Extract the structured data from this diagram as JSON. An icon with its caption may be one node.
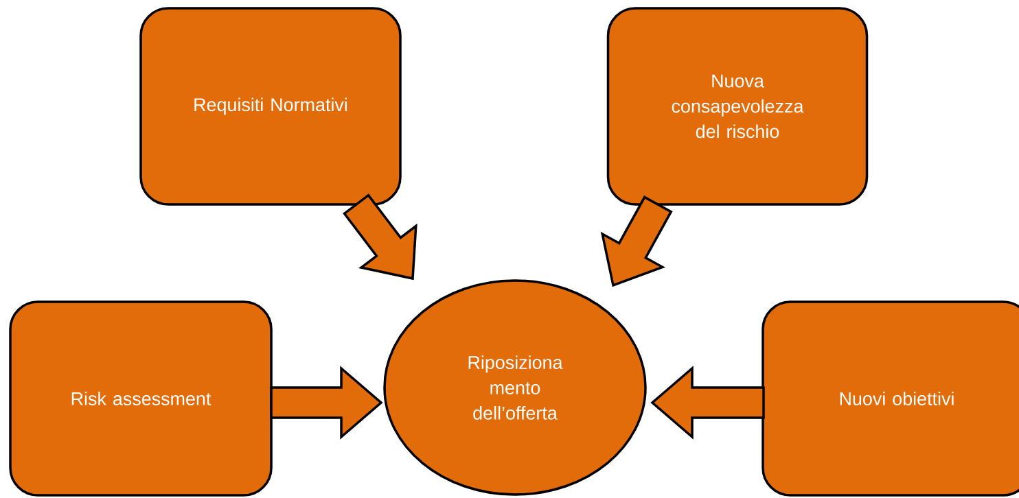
{
  "diagram": {
    "nodes": [
      {
        "text": [
          "Requisiti Normativi"
        ]
      },
      {
        "text": [
          "Nuova consapevolezza del rischio"
        ]
      },
      {
        "text": [
          "Risk assessment"
        ]
      },
      {
        "text": [
          "Riposiziona mento dell’offerta"
        ]
      },
      {
        "text": [
          "Nuovi obiettivi"
        ]
      }
    ],
    "edges": [
      {
        "from": 0,
        "to": 3,
        "arrow": "to"
      },
      {
        "from": 1,
        "to": 3,
        "arrow": "to"
      },
      {
        "from": 2,
        "to": 3,
        "arrow": "to"
      },
      {
        "from": 4,
        "to": 3,
        "arrow": "to"
      }
    ]
  }
}
